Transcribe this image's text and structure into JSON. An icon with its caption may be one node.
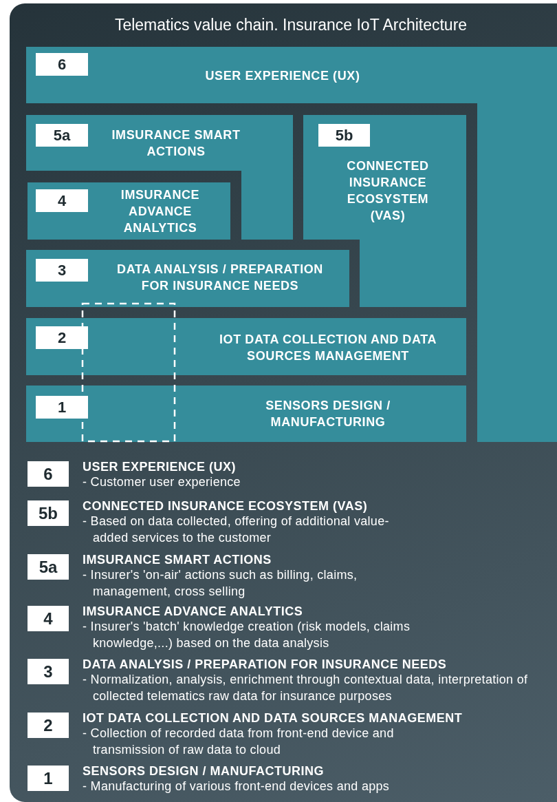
{
  "diagram": {
    "title": "Telematics value chain. Insurance IoT Architecture",
    "nodes": [
      {
        "text": [
          "6",
          "USER EXPERIENCE (UX)"
        ]
      },
      {
        "text": [
          "5a",
          "IMSURANCE SMART ACTIONS"
        ]
      },
      {
        "text": [
          "5b",
          "CONNECTED INSURANCE ECOSYSTEM (VAS)"
        ]
      },
      {
        "text": [
          "4",
          "IMSURANCE ADVANCE ANALYTICS"
        ]
      },
      {
        "text": [
          "3",
          "DATA ANALYSIS / PREPARATION FOR INSURANCE NEEDS"
        ]
      },
      {
        "text": [
          "2",
          "IOT DATA COLLECTION AND DATA SOURCES MANAGEMENT"
        ]
      },
      {
        "text": [
          "1",
          "SENSORS DESIGN / MANUFACTURING"
        ]
      },
      {
        "text": [],
        "shape": "box"
      },
      {
        "text": [
          "6"
        ],
        "beside": [
          "USER EXPERIENCE (UX)",
          "- Customer user experience"
        ]
      },
      {
        "text": [
          "5b"
        ],
        "beside": [
          "CONNECTED INSURANCE ECOSYSTEM (VAS)",
          "- Based on data collected, offering of additional value-added services to the customer"
        ]
      },
      {
        "text": [
          "5a"
        ],
        "beside": [
          "IMSURANCE SMART ACTIONS",
          "- Insurer's 'on-air' actions such as billing, claims, management, cross selling"
        ]
      },
      {
        "text": [
          "4"
        ],
        "beside": [
          "IMSURANCE ADVANCE ANALYTICS",
          "- Insurer's 'batch' knowledge creation (risk models, claims knowledge,...) based on the data analysis"
        ]
      },
      {
        "text": [
          "3"
        ],
        "beside": [
          "DATA ANALYSIS / PREPARATION FOR INSURANCE NEEDS",
          "- Normalization, analysis, enrichment through contextual data, interpretation of collected telematics raw data for insurance purposes"
        ]
      },
      {
        "text": [
          "2"
        ],
        "beside": [
          "IOT DATA COLLECTION AND DATA SOURCES MANAGEMENT",
          "- Collection of recorded data from front-end device and transmission of raw data to cloud"
        ]
      },
      {
        "text": [
          "1"
        ],
        "beside": [
          "SENSORS DESIGN / MANUFACTURING",
          "- Manufacturing of various front-end devices and apps"
        ]
      }
    ]
  }
}
